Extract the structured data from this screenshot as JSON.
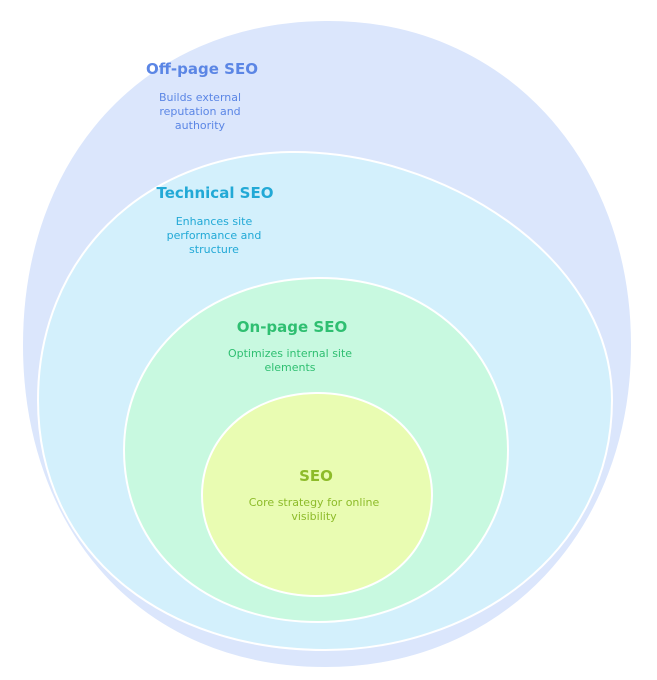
{
  "diagram": {
    "type": "nested-circles",
    "layers": [
      {
        "key": "offpage",
        "title": "Off-page SEO",
        "description_lines": [
          "Builds external",
          "reputation and",
          "authority"
        ],
        "fill": "#dbe6fc",
        "text_color": "#5b86e5"
      },
      {
        "key": "technical",
        "title": "Technical SEO",
        "description_lines": [
          "Enhances site",
          "performance and",
          "structure"
        ],
        "fill": "#d3f0fc",
        "text_color": "#22a9d6"
      },
      {
        "key": "onpage",
        "title": "On-page SEO",
        "description_lines": [
          "Optimizes internal site",
          "elements"
        ],
        "fill": "#c8f9e0",
        "text_color": "#2fbf71"
      },
      {
        "key": "core",
        "title": "SEO",
        "description_lines": [
          "Core strategy for online",
          "visibility"
        ],
        "fill": "#e9fcb2",
        "text_color": "#8dbb2a"
      }
    ]
  }
}
